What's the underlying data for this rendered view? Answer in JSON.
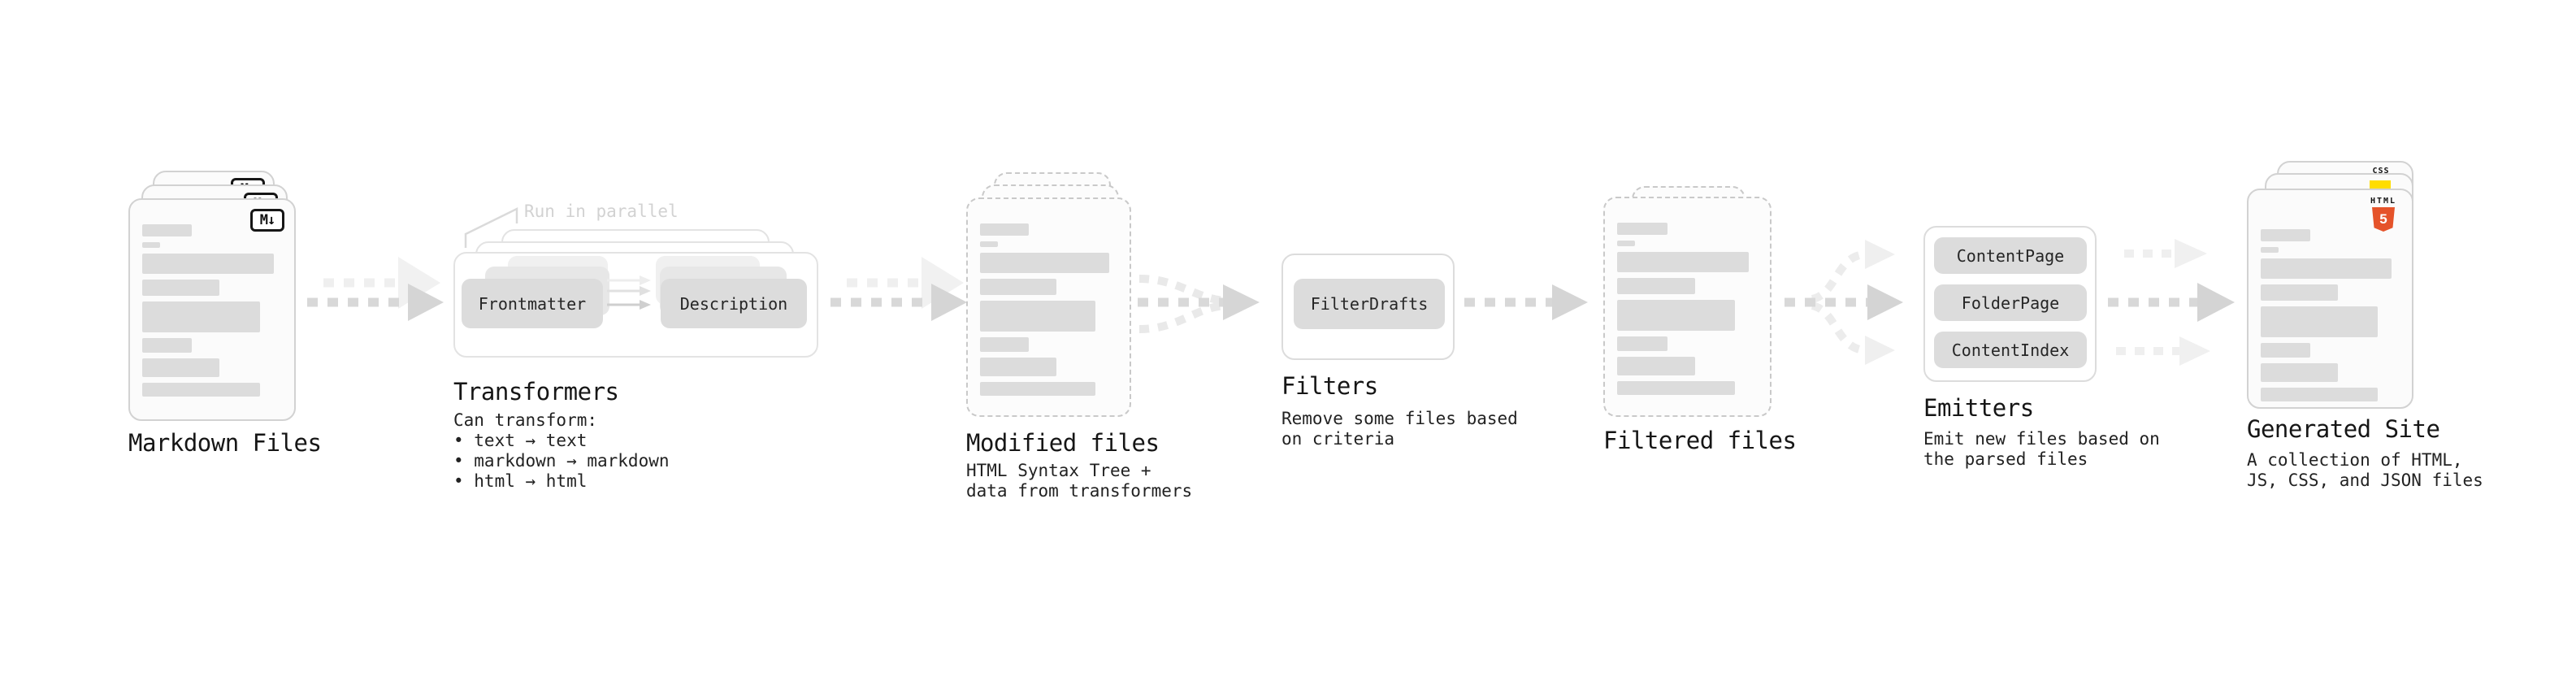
{
  "palette": {
    "background": "#ffffff",
    "card_fill": "#fbfbfb",
    "card_border": "#d2d2d2",
    "dashed_border": "#c9c9c9",
    "node_fill": "#dcdcdc",
    "arrow_dark": "#d6d6d6",
    "arrow_light": "#efefef",
    "text": "#1b1b1b",
    "annotation_gray": "#d2d2d2",
    "html5_orange": "#e5532a",
    "css_blue": "#2964e8",
    "js_yellow": "#ffdd00"
  },
  "stages": {
    "markdown": {
      "label": "Markdown Files",
      "badge": "M↓"
    },
    "transformers": {
      "label": "Transformers",
      "annotation": "Run in parallel",
      "nodes": [
        "Frontmatter",
        "Description"
      ],
      "description": "Can transform:\n • text → text\n • markdown → markdown\n • html → html"
    },
    "modified": {
      "label": "Modified files",
      "description": "HTML Syntax Tree +\ndata from transformers"
    },
    "filters": {
      "label": "Filters",
      "nodes": [
        "FilterDrafts"
      ],
      "description": "Remove some files based\non criteria"
    },
    "filtered": {
      "label": "Filtered files"
    },
    "emitters": {
      "label": "Emitters",
      "nodes": [
        "ContentPage",
        "FolderPage",
        "ContentIndex"
      ],
      "description": "Emit new files based on\nthe parsed files"
    },
    "site": {
      "label": "Generated Site",
      "description": "A collection of HTML,\nJS, CSS, and JSON files",
      "badges": {
        "css_label": "CSS",
        "html_label": "HTML",
        "html_number": "5"
      }
    }
  }
}
